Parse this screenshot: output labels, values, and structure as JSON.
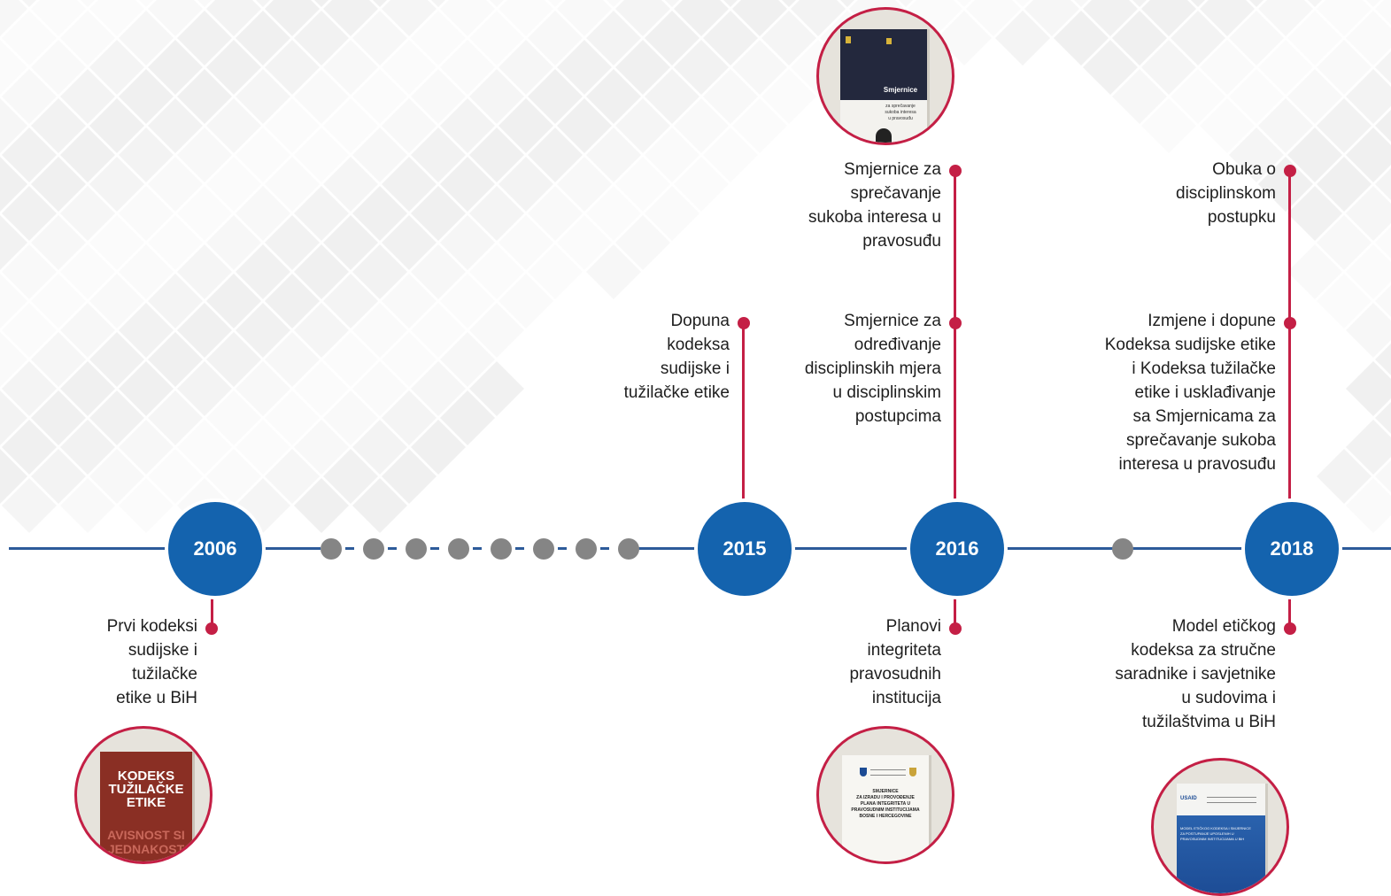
{
  "timeline": {
    "years": [
      "2006",
      "2015",
      "2016",
      "2018"
    ],
    "events": [
      {
        "year": "2006",
        "lines": [
          "Prvi kodeksi",
          "sudijske i",
          "tužilačke",
          "etike u BiH"
        ]
      },
      {
        "year": "2015",
        "lines": [
          "Dopuna",
          "kodeksa",
          "sudijske i",
          "tužilačke etike"
        ]
      },
      {
        "year": "2016",
        "lines": [
          "Smjernice za",
          "sprečavanje",
          "sukoba interesa u",
          "pravosuđu"
        ]
      },
      {
        "year": "2016",
        "lines": [
          "Smjernice za",
          "određivanje",
          "disciplinskih mjera",
          "u disciplinskim",
          "postupcima"
        ]
      },
      {
        "year": "2016",
        "lines": [
          "Planovi",
          "integriteta",
          "pravosudnih",
          "institucija"
        ]
      },
      {
        "year": "2018",
        "lines": [
          "Obuka o",
          "disciplinskom",
          "postupku"
        ]
      },
      {
        "year": "2018",
        "lines": [
          "Izmjene i dopune",
          "Kodeksa sudijske etike",
          "i Kodeksa tužilačke",
          "etike i usklađivanje",
          "sa Smjernicama za",
          "sprečavanje sukoba",
          "interesa u pravosuđu"
        ]
      },
      {
        "year": "2018",
        "lines": [
          "Model etičkog",
          "kodeksa za stručne",
          "saradnike i savjetnike",
          "u sudovima i",
          "tužilaštvima u BiH"
        ]
      }
    ]
  },
  "book_covers": {
    "kodeks": {
      "lines": [
        "KODEKS",
        "TUŽILAČKE",
        "ETIKE"
      ],
      "bottom_text": "AVISNOST SI JEDNAKOST"
    },
    "smjernice": {
      "title": "Smjernice",
      "sub_lines": [
        "za sprečavanje",
        "sukoba interesa",
        "u pravosuđu"
      ]
    },
    "planovi": {
      "lines": [
        "SMJERNICE",
        "ZA IZRADU I PROVOĐENJE",
        "PLANA INTEGRITETA U",
        "PRAVOSUDNIM INSTITUCIJAMA",
        "BOSNE I HERCEGOVINE"
      ]
    },
    "model": {
      "lines": [
        "MODEL ETIČKOG KODEKSA I SMJERNICE",
        "ZA POSTUPANJE UPOSLENIH U",
        "PRAVOSUDNIM INSTITUCIJAMA U BiH"
      ],
      "logo": "USAID"
    }
  },
  "colors": {
    "axis": "#2d5b9a",
    "year_circle": "#1463ae",
    "accent": "#c41f45",
    "gray_dot": "#858585"
  }
}
